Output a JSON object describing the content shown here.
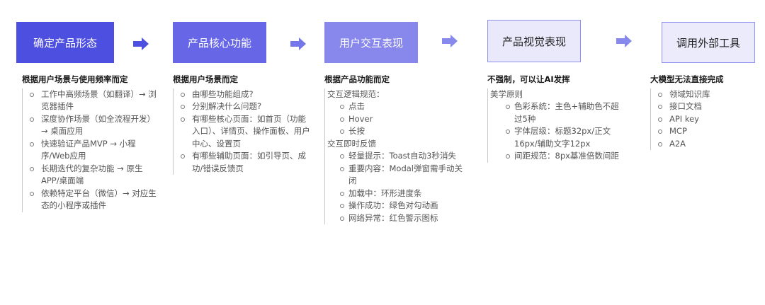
{
  "steps": [
    {
      "label": "确定产品形态"
    },
    {
      "label": "产品核心功能"
    },
    {
      "label": "用户交互表现"
    },
    {
      "label": "产品视觉表现"
    },
    {
      "label": "调用外部工具"
    }
  ],
  "colors": {
    "step1": "#4d4fe0",
    "step2": "#6565e6",
    "step3": "#8787ec",
    "step4": "#e9e9fb",
    "step5": "#ebebfb",
    "arrow": "#5d5fe6",
    "arrow_light": "#8b8dee"
  },
  "col1": {
    "title": "根据用户场景与使用频率而定",
    "items": [
      "工作中高频场景（如翻译）→ 浏览器插件",
      "深度协作场景（如全流程开发）→ 桌面应用",
      "快速验证产品MVP → 小程序/Web应用",
      "长期迭代的复杂功能 → 原生APP/桌面端",
      "依赖特定平台（微信）→ 对应生态的小程序或插件"
    ]
  },
  "col2": {
    "title": "根据用户场景而定",
    "items": [
      "由哪些功能组成?",
      "分别解决什么问题?",
      "有哪些核心页面：如首页（功能入口）、详情页、操作面板、用户中心、设置页",
      "有哪些辅助页面：如引导页、成功/错误反馈页"
    ]
  },
  "col3": {
    "title": "根据产品功能而定",
    "group1_head": "交互逻辑规范：",
    "group1_items": [
      "点击",
      "Hover",
      "长按"
    ],
    "group2_head": "交互即时反馈",
    "group2_items": [
      "轻量提示：Toast自动3秒消失",
      "重要内容：Modal弹窗需手动关闭",
      "加载中：环形进度条",
      "操作成功：绿色对勾动画",
      "网络异常：红色警示图标"
    ]
  },
  "col4": {
    "title": "不强制，可以让AI发挥",
    "group_head": "美学原则",
    "items": [
      "色彩系统：主色+辅助色不超过5种",
      "字体层级：标题32px/正文16px/辅助文字12px",
      "间距规范：8px基准倍数间距"
    ]
  },
  "col5": {
    "title": "大模型无法直接完成",
    "items": [
      "领域知识库",
      "接口文档",
      "API key",
      "MCP",
      "A2A"
    ]
  }
}
